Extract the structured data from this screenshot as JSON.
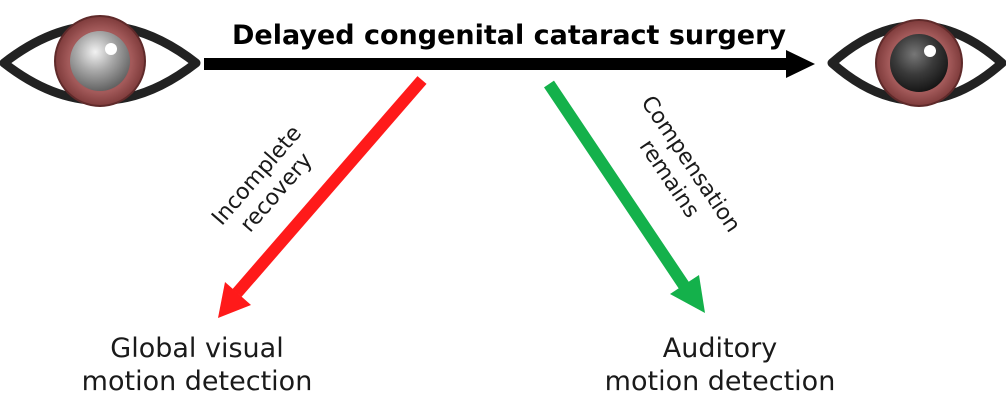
{
  "title": "Delayed congenital cataract surgery",
  "arrows": {
    "left": {
      "label_line1": "Incomplete",
      "label_line2": "recovery",
      "color": "#ff1a1a"
    },
    "right": {
      "label_line1": "Compensation",
      "label_line2": "remains",
      "color": "#14b14b"
    }
  },
  "outcomes": {
    "left": {
      "line1": "Global visual",
      "line2": "motion detection"
    },
    "right": {
      "line1": "Auditory",
      "line2": "motion detection"
    }
  },
  "colors": {
    "iris": "#9e5555",
    "eye_outline": "#222222"
  },
  "icons": {
    "left_eye": "cloudy-eye-icon",
    "right_eye": "clear-eye-icon"
  }
}
